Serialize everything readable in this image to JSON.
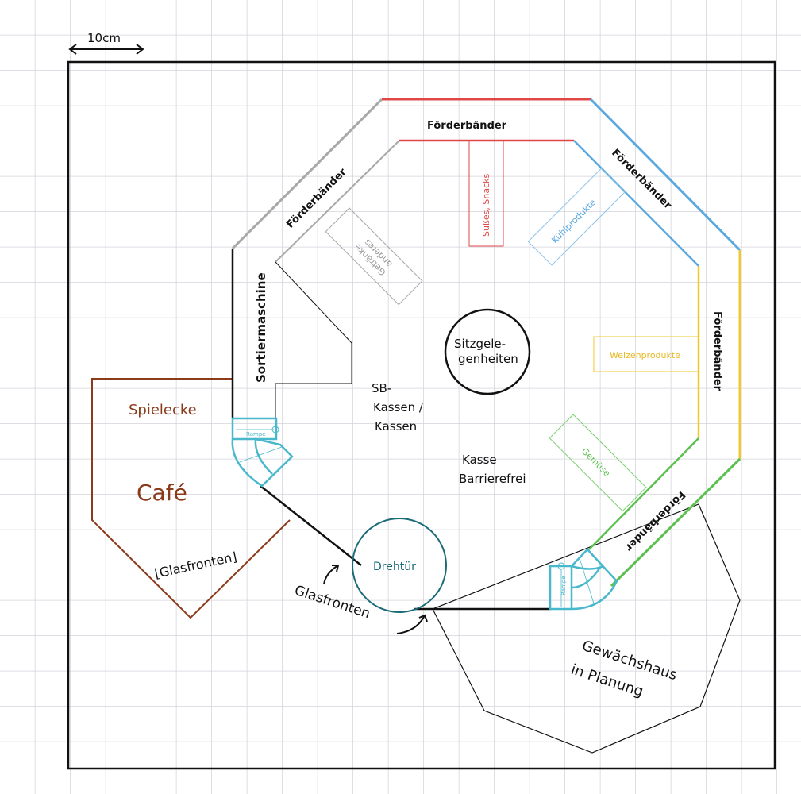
{
  "scale": {
    "label": "10cm"
  },
  "labels": {
    "conveyor_top": "Förderbänder",
    "conveyor_topleft": "Förderbänder",
    "conveyor_topright": "Förderbänder",
    "conveyor_right": "Förderbänder",
    "conveyor_bottomright": "Förderbänder",
    "sorting_machine": "Sortiermaschine",
    "play_corner": "Spielecke",
    "cafe": "Café",
    "glass_cafe": "⌊Glasfronten⌋",
    "glass_entrance": "Glasfronten",
    "revolving_door": "Drehtür",
    "self_checkout_1": "SB-",
    "self_checkout_2": "Kassen /",
    "self_checkout_3": "Kassen",
    "checkout_accessible_1": "Kasse",
    "checkout_accessible_2": "Barrierefrei",
    "seating_1": "Sitzgele-",
    "seating_2": "genheiten",
    "greenhouse_1": "Gewächshaus",
    "greenhouse_2": "in Planung",
    "shelf_drinks_1": "Getränke",
    "shelf_drinks_2": "anderes",
    "shelf_sweets": "Süßes, Snacks",
    "shelf_cooled": "Kühlprodukte",
    "shelf_wheat": "Weizenprodukte",
    "shelf_vegetables": "Gemüse",
    "ramp_left": "Rampe",
    "ramp_right": "Rampe"
  },
  "colors": {
    "grid": "#d4d4dc",
    "gray": "#a8a8a8",
    "red": "#e04848",
    "blue": "#5aa8e0",
    "yellow": "#f0c830",
    "green": "#5cc050",
    "teal": "#48b8cc",
    "brown": "#8b3a1a",
    "black": "#111111"
  }
}
